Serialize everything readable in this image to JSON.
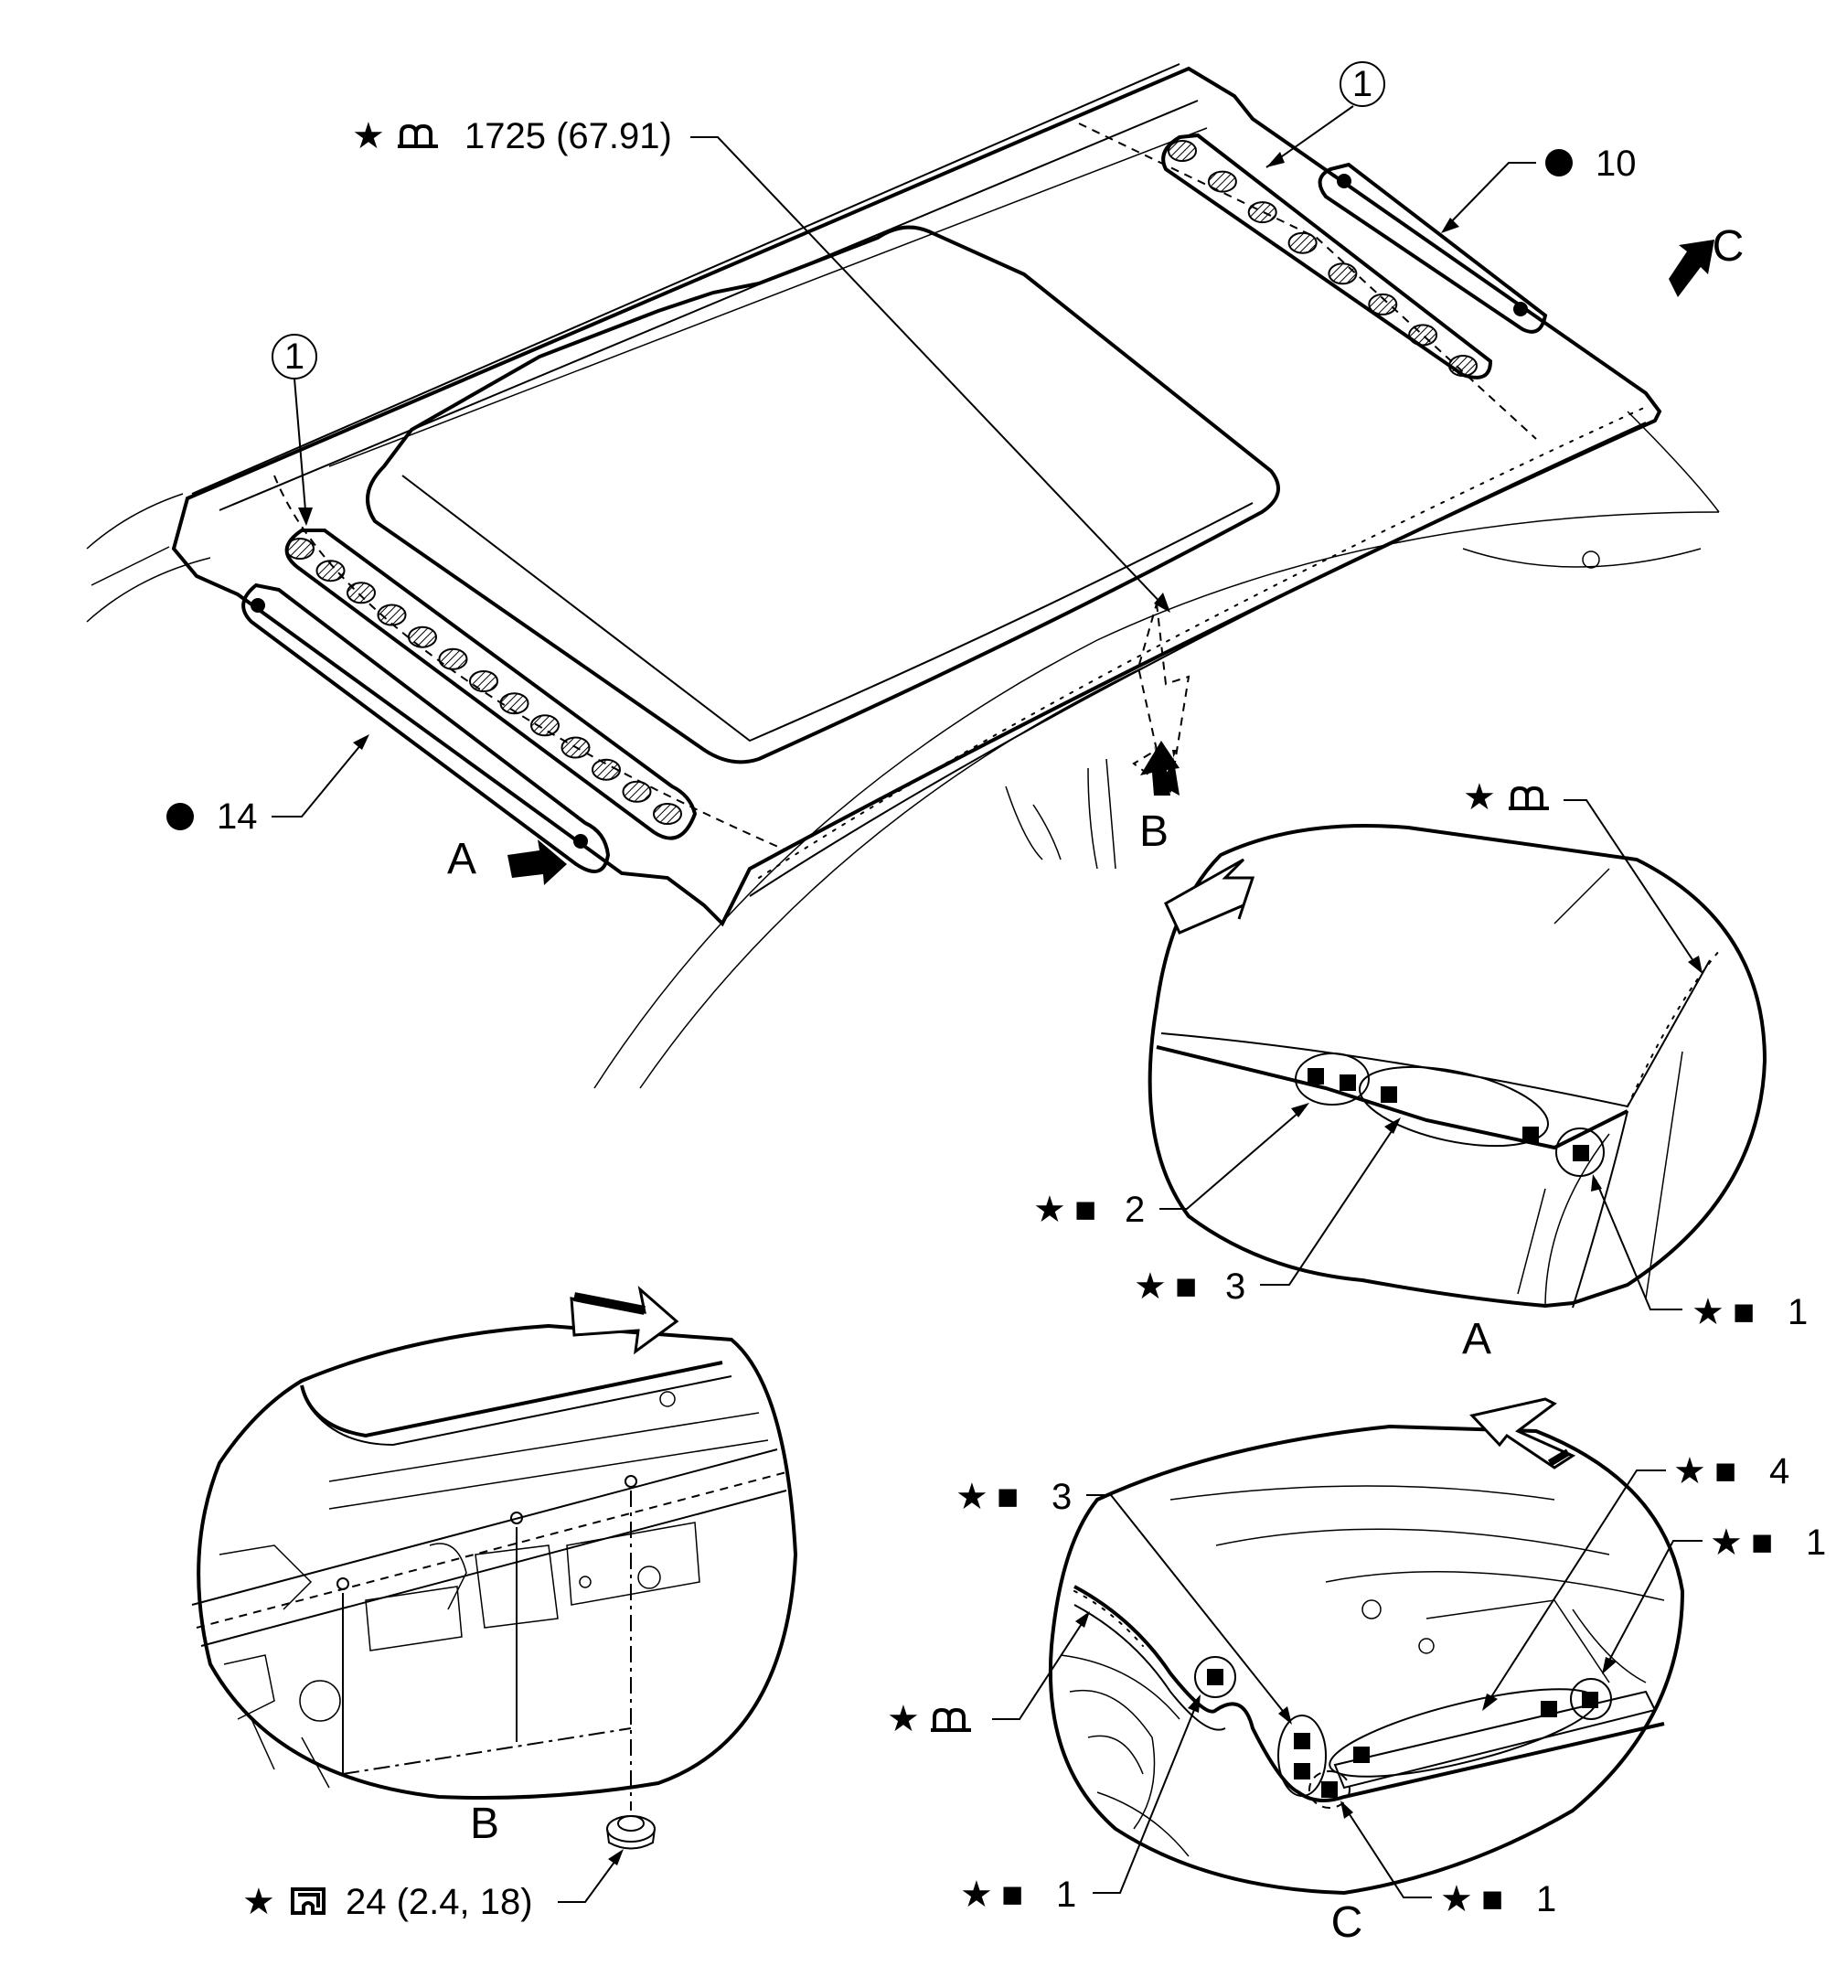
{
  "symbols": {
    "star": "★",
    "square": "■",
    "dot": "●",
    "circle_one": "1"
  },
  "callouts": {
    "foam_length": {
      "value": "1725 (67.91)"
    },
    "dot_10": {
      "value": "10"
    },
    "dot_14": {
      "value": "14"
    },
    "torque": {
      "value": "24 (2.4, 18)"
    },
    "a_weld_2": {
      "value": "2"
    },
    "a_weld_3": {
      "value": "3"
    },
    "a_weld_1": {
      "value": "1"
    },
    "c_weld_3": {
      "value": "3"
    },
    "c_weld_4": {
      "value": "4"
    },
    "c_weld_1_upper": {
      "value": "1"
    },
    "c_weld_1_left": {
      "value": "1"
    },
    "c_weld_1_bottom": {
      "value": "1"
    }
  },
  "view_letters": {
    "a_arrow": "A",
    "b_arrow": "B",
    "c_arrow": "C",
    "a_detail": "A",
    "b_detail": "B",
    "c_detail": "C"
  }
}
